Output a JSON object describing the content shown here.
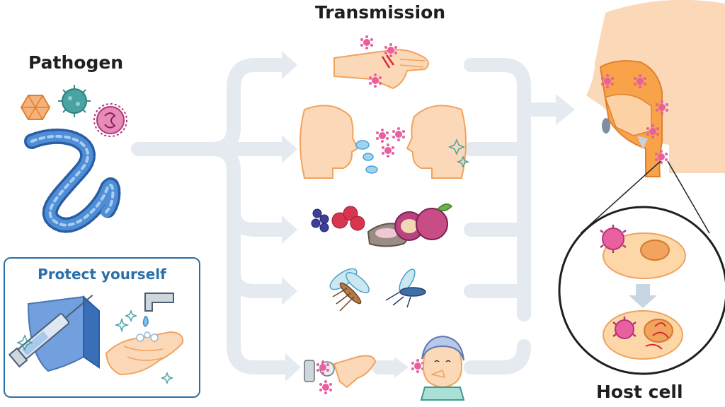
{
  "labels": {
    "pathogen": "Pathogen",
    "transmission": "Transmission",
    "protect": "Protect yourself",
    "host_cell": "Host cell"
  },
  "colors": {
    "arrow": "#e4eaf0",
    "skin": "#fbd9b8",
    "skin_outline": "#f0a35e",
    "virus_pink": "#e8609e",
    "virus_blue": "#3f7fc8",
    "virus_teal": "#4aa3a3",
    "virus_orange": "#f2a05a",
    "accent_blue": "#2a6fa8",
    "tract_orange": "#f8a24a"
  },
  "icons": [
    "virus-orange-icon",
    "virus-teal-icon",
    "virus-pink-icon",
    "filovirus-icon",
    "injured-hand-icon",
    "droplet-faces-icon",
    "food-icon",
    "mosquito-icon",
    "contact-icon",
    "head-profile-icon",
    "host-cell-icon",
    "syringe-shield-icon",
    "handwashing-icon"
  ]
}
